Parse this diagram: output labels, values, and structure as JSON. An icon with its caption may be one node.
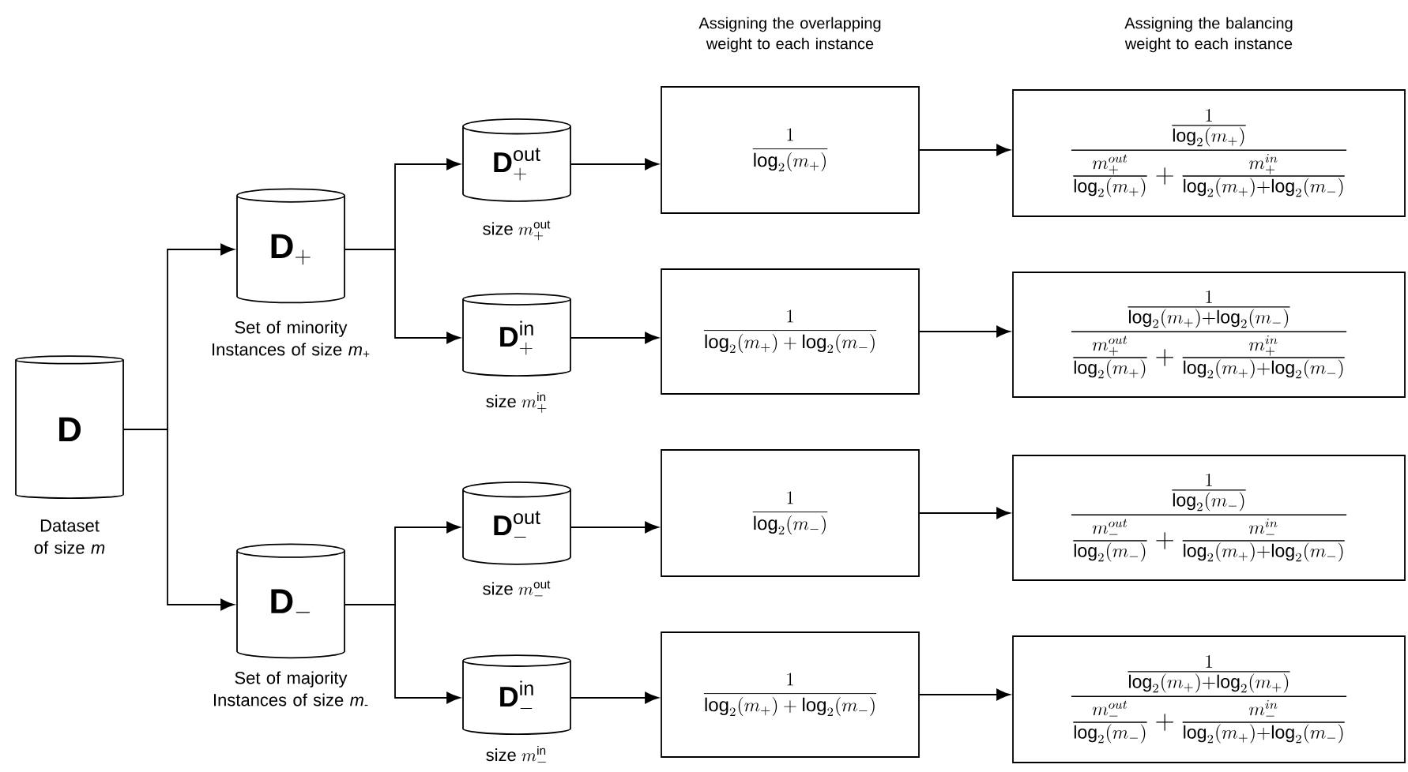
{
  "diagram": {
    "nodes": [
      {
        "text": [
          "\\mathbf{D}"
        ],
        "beside": [
          "Dataset of size *m*"
        ]
      },
      {
        "text": [
          "\\mathbf{D}_{+}"
        ],
        "beside": [
          "Set of minority Instances of size *m*$_{+}$"
        ]
      },
      {
        "text": [
          "\\mathbf{D}_{-}"
        ],
        "beside": [
          "Set of majority Instances of size *m*$_{-}$"
        ]
      },
      {
        "text": [
          "\\mathbf{D}_{+}^{\\mathrm{out}}"
        ],
        "beside": [
          "\\text{size } m_{+}^{\\mathrm{out}}"
        ]
      },
      {
        "text": [
          "\\mathbf{D}_{+}^{\\mathrm{in}}"
        ],
        "beside": [
          "\\text{size } m_{+}^{\\mathrm{in}}"
        ]
      },
      {
        "text": [
          "\\mathbf{D}_{-}^{\\mathrm{out}}"
        ],
        "beside": [
          "\\text{size } m_{-}^{\\mathrm{out}}"
        ]
      },
      {
        "text": [
          "\\mathbf{D}_{-}^{\\mathrm{in}}"
        ],
        "beside": [
          "\\text{size } m_{-}^{\\mathrm{in}}"
        ]
      },
      {
        "text": [
          "\\frac{1}{\\log_2(m_+)}"
        ]
      },
      {
        "text": [
          "\\frac{1}{\\log_2(m_+)+\\log_2(m_-)}"
        ]
      },
      {
        "text": [
          "\\frac{1}{\\log_2(m_-)}"
        ]
      },
      {
        "text": [
          "\\frac{1}{\\log_2(m_+)+\\log_2(m_-)}"
        ]
      },
      {
        "text": [
          "\\frac{\\frac{1}{\\log_2(m_+)}}{\\frac{m_+^{out}}{\\log_2(m_+)}+\\frac{m_+^{in}}{\\log_2(m_+)+\\log_2(m_-)}}"
        ]
      },
      {
        "text": [
          "\\frac{\\frac{1}{\\log_2(m_+)+\\log_2(m_-)}}{\\frac{m_+^{out}}{\\log_2(m_+)}+\\frac{m_+^{in}}{\\log_2(m_+)+\\log_2(m_-)}}"
        ]
      },
      {
        "text": [
          "\\frac{\\frac{1}{\\log_2(m_-)}}{\\frac{m_-^{out}}{\\log_2(m_-)}+\\frac{m_-^{in}}{\\log_2(m_+)+\\log_2(m_-)}}"
        ]
      },
      {
        "text": [
          "\\frac{\\frac{1}{\\log_2(m_+)+\\log_2(m_+)}}{\\frac{m_-^{out}}{\\log_2(m_-)}+\\frac{m_-^{in}}{\\log_2(m_+)+\\log_2(m_-)}}"
        ]
      }
    ],
    "edges": [
      {
        "from": 0,
        "to": 1,
        "arrow": "to"
      },
      {
        "from": 0,
        "to": 2,
        "arrow": "to"
      },
      {
        "from": 1,
        "to": 3,
        "arrow": "to"
      },
      {
        "from": 1,
        "to": 4,
        "arrow": "to"
      },
      {
        "from": 2,
        "to": 5,
        "arrow": "to"
      },
      {
        "from": 2,
        "to": 6,
        "arrow": "to"
      },
      {
        "from": 3,
        "to": 7,
        "arrow": "to"
      },
      {
        "from": 4,
        "to": 8,
        "arrow": "to"
      },
      {
        "from": 5,
        "to": 9,
        "arrow": "to"
      },
      {
        "from": 6,
        "to": 10,
        "arrow": "to"
      },
      {
        "from": 7,
        "to": 11,
        "arrow": "to"
      },
      {
        "from": 8,
        "to": 12,
        "arrow": "to"
      },
      {
        "from": 9,
        "to": 13,
        "arrow": "to"
      },
      {
        "from": 10,
        "to": 14,
        "arrow": "to"
      }
    ],
    "labels": [
      "Assigning the overlapping weight to each instance",
      "Assigning the balancing weight to each instance"
    ]
  }
}
